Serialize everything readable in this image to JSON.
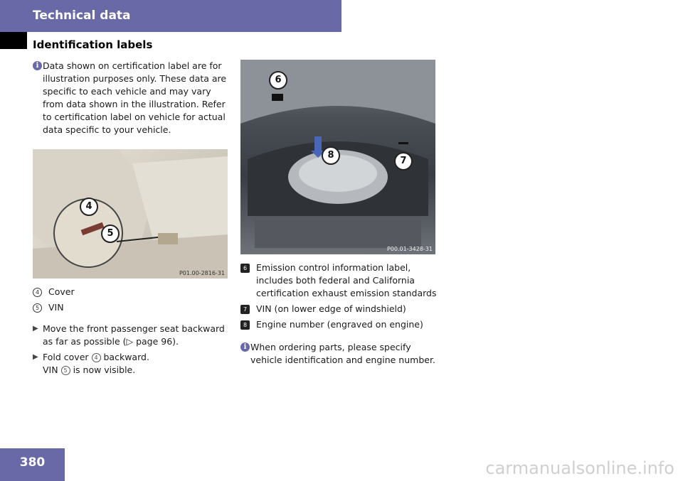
{
  "header": {
    "title": "Technical data",
    "section": "Identification labels"
  },
  "left": {
    "info": "Data shown on certification label are for illustration purposes only. These data are specific to each vehicle and may vary from data shown in the illustration. Refer to certification label on vehicle for actual data specific to your vehicle.",
    "photo": {
      "code": "P01.00-2816-31",
      "callout_a": "4",
      "callout_b": "5"
    },
    "legend": [
      {
        "num": "4",
        "text": "Cover"
      },
      {
        "num": "5",
        "text": "VIN"
      }
    ],
    "steps": [
      {
        "text": "Move the front passenger seat backward as far as possible (▷ page 96)."
      },
      {
        "pre": "Fold cover",
        "num": "4",
        "post": "backward.",
        "line2_pre": "VIN",
        "line2_num": "5",
        "line2_post": "is now visible."
      }
    ]
  },
  "right": {
    "photo": {
      "code": "P00.01-3428-31",
      "callout_6": "6",
      "callout_7": "7",
      "callout_8": "8"
    },
    "legend": [
      {
        "num": "6",
        "text": "Emission control information label, includes both federal and California certification exhaust emission standards"
      },
      {
        "num": "7",
        "text": "VIN (on lower edge of windshield)"
      },
      {
        "num": "8",
        "text": "Engine number (engraved on engine)"
      }
    ],
    "info": "When ordering parts, please specify vehicle identification and engine number."
  },
  "footer": {
    "page": "380",
    "watermark": "carmanualsonline.info"
  },
  "icons": {
    "info": "info-icon",
    "arrow": "triangle-right-icon"
  },
  "colors": {
    "accent": "#6a69a8"
  }
}
